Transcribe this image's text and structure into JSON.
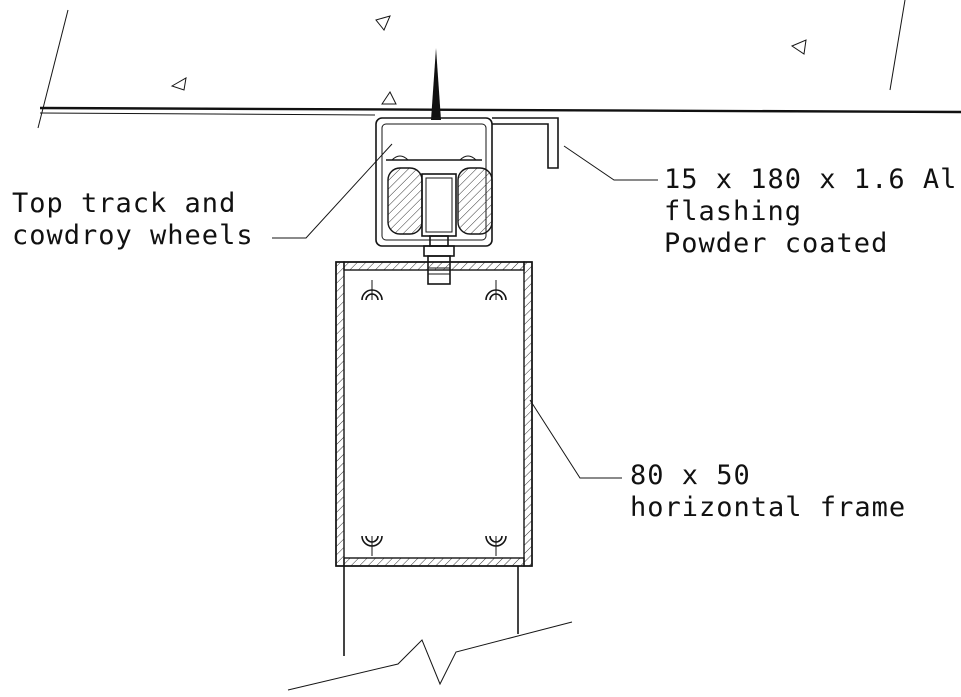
{
  "labels": {
    "track": [
      "Top track and",
      "cowdroy wheels"
    ],
    "flashing": [
      "15 x 180 x 1.6 Al.",
      "flashing",
      "Powder coated"
    ],
    "frame": [
      "80 x 50",
      "horizontal frame"
    ]
  }
}
